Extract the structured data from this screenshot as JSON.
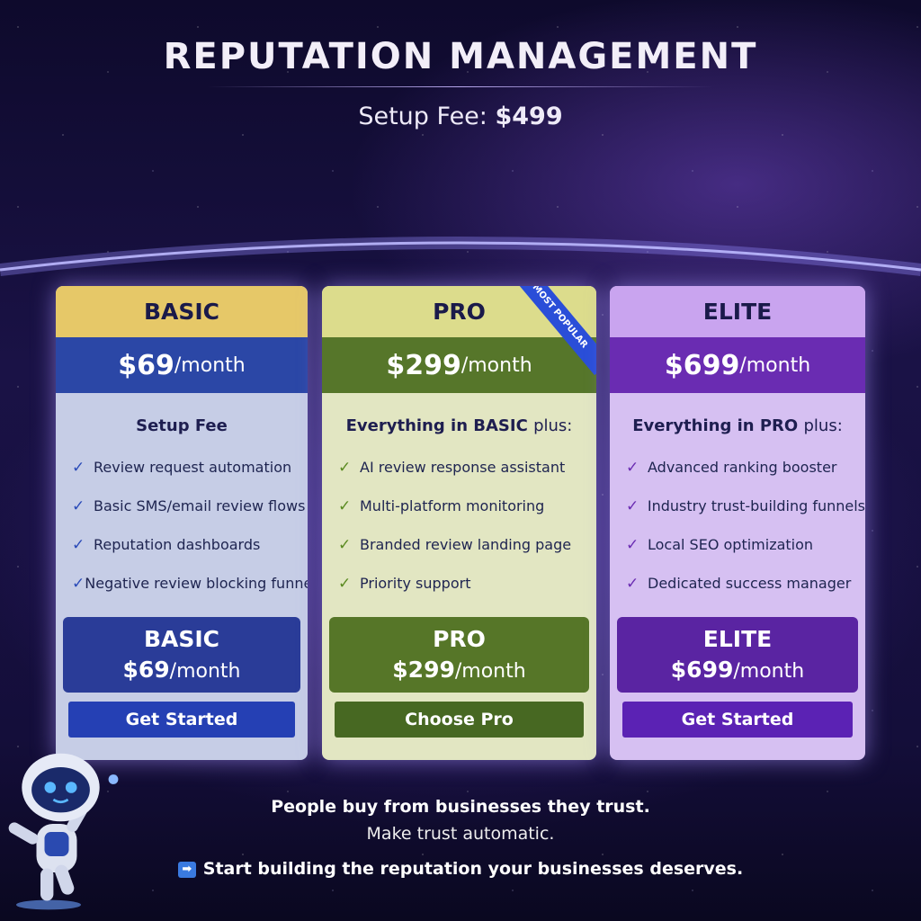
{
  "title": "REPUTATION MANAGEMENT",
  "setup_fee": {
    "label": "Setup Fee:",
    "value": "$499"
  },
  "plans": [
    {
      "name": "BASIC",
      "price": "$69",
      "period": "/month",
      "subtitle": "Setup Fee",
      "subtitle_suffix": "",
      "features": [
        "Review request automation",
        "Basic SMS/email review flows",
        "Reputation dashboards",
        "Negative review blocking funnel"
      ],
      "button": "Get Started",
      "colors": {
        "header": "#e6c868",
        "band": "#2b47a6",
        "body": "#c6cde6",
        "box": "#2a3c98",
        "button": "#2540b4",
        "check": "#2a4ab8"
      }
    },
    {
      "name": "PRO",
      "price": "$299",
      "period": "/month",
      "subtitle": "Everything in BASIC",
      "subtitle_suffix": "plus:",
      "features": [
        "AI review response assistant",
        "Multi-platform monitoring",
        "Branded review landing page",
        "Priority support"
      ],
      "button": "Choose Pro",
      "badge": "MOST POPULAR",
      "colors": {
        "header": "#dcdc8c",
        "band": "#56762a",
        "body": "#e2e6c2",
        "box": "#567628",
        "button": "#476822",
        "check": "#5a8a20"
      }
    },
    {
      "name": "ELITE",
      "price": "$699",
      "period": "/month",
      "subtitle": "Everything in PRO",
      "subtitle_suffix": "plus:",
      "features": [
        "Advanced ranking booster",
        "Industry trust-building funnels",
        "Local SEO optimization",
        "Dedicated success manager"
      ],
      "button": "Get Started",
      "colors": {
        "header": "#c9a4ef",
        "band": "#6a2cb2",
        "body": "#d6c0f2",
        "box": "#5a24a2",
        "button": "#5b22b4",
        "check": "#6a2cb2"
      }
    }
  ],
  "tagline": {
    "line1": "People buy from businesses they trust.",
    "line2": "Make trust automatic.",
    "cta": "Start building the reputation your businesses deserves.",
    "cta_icon": "right-arrow-icon"
  }
}
